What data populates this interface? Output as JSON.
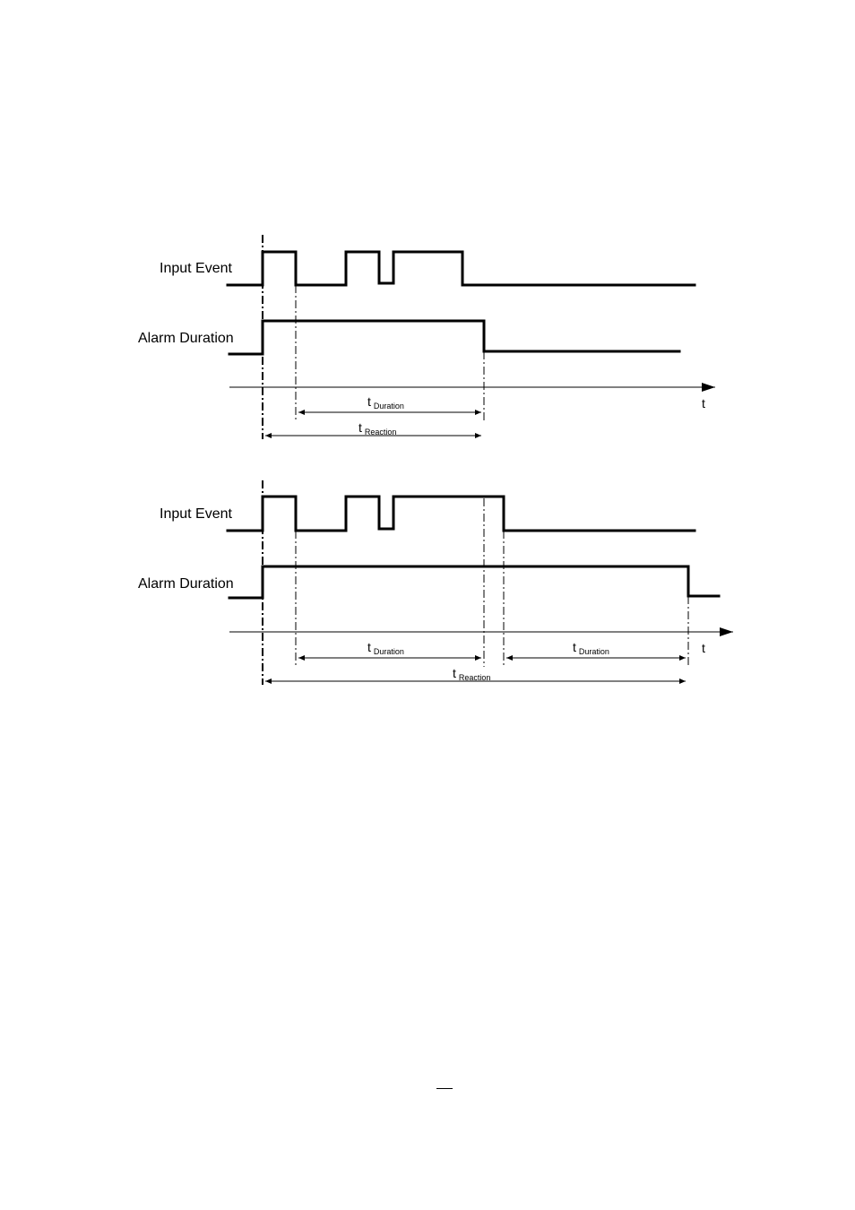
{
  "diagrams": [
    {
      "signals": [
        {
          "label": "Input Event"
        },
        {
          "label": "Alarm Duration"
        }
      ],
      "axis_label": "t",
      "spans": [
        {
          "main": "t",
          "sub": "Duration"
        },
        {
          "main": "t",
          "sub": "Reaction"
        }
      ]
    },
    {
      "signals": [
        {
          "label": "Input Event"
        },
        {
          "label": "Alarm Duration"
        }
      ],
      "axis_label": "t",
      "spans": [
        {
          "main": "t",
          "sub": "Duration"
        },
        {
          "main": "t",
          "sub": "Duration"
        },
        {
          "main": "t",
          "sub": "Reaction"
        }
      ]
    }
  ]
}
